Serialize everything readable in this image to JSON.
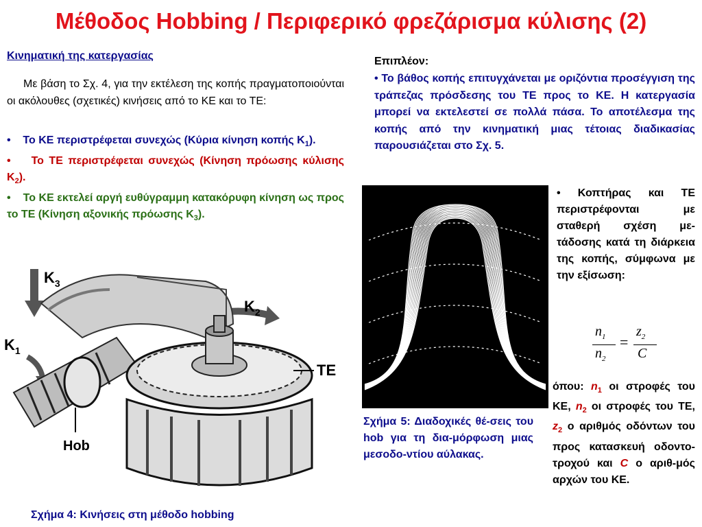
{
  "title": "Μέθοδος Hobbing / Περιφερικό φρεζάρισμα κύλισης (2)",
  "left": {
    "heading": "Κινηματική της κατεργασίας ",
    "intro": "Με βάση το Σχ. 4, για την εκτέλεση της κοπής πραγματοποιούνται οι ακόλουθες (σχετικές) κινήσεις από το ΚΕ και το ΤΕ:",
    "bullet_char": "•",
    "b1_text": "Το ΚΕ περιστρέφεται συνεχώς (Κύρια κίνηση κοπής Κ",
    "b1_sub": "1",
    "b1_end": ").",
    "b2_text": "Το ΤΕ περιστρέφεται συνεχώς (Κίνηση πρόωσης κύλισης Κ",
    "b2_sub": "2",
    "b2_end": ").",
    "b3_text": "Το ΚΕ εκτελεί αργή ευθύγραμμη κατακόρυφη κίνηση ως προς το ΤΕ (Κίνηση αξονικής πρόωσης Κ",
    "b3_sub": "3",
    "b3_end": ").",
    "fig4_labels": {
      "k3": "K",
      "k3_sub": "3",
      "k2": "K",
      "k2_sub": "2",
      "k1": "K",
      "k1_sub": "1",
      "te": "TE",
      "hob": "Hob"
    },
    "fig4_caption": "Σχήμα 4: Κινήσεις στη μέθοδο hobbing"
  },
  "right": {
    "extra_label": "Επιπλέον:",
    "extra_bullet": "• Το βάθος κοπής επιτυγχάνεται με οριζόντια προσέγγιση της τράπεζας πρόσδεσης του ΤΕ προς το ΚΕ. Η κατεργασία μπορεί να εκτελεστεί σε πολλά πάσα. Το αποτέλεσμα της κοπής από την κινηματική μιας τέτοιας διαδικασίας παρουσιάζεται στο Σχ.  5.",
    "fig5_caption": "Σχήμα 5: Διαδοχικές θέ-σεις του hob για τη δια-μόρφωση μιας μεσοδο-ντίου αύλακας.",
    "rot_text": "• Κοπτήρας και ΤΕ περιστρέφονται με σταθερή σχέση με-τάδοσης κατά τη διάρκεια της κοπής, σύμφωνα με την εξίσωση:",
    "formula": {
      "n1": "n",
      "n1_sub": "1",
      "n2": "n",
      "n2_sub": "2",
      "eq": "=",
      "z2": "z",
      "z2_sub": "2",
      "c": "C"
    },
    "legend": {
      "p1": "όπου: ",
      "n1": "n",
      "n1_sub": "1",
      "p2": " οι στροφές του ΚΕ, ",
      "n2": "n",
      "n2_sub": "2",
      "p3": " οι στροφές του ΤΕ, ",
      "z2": "z",
      "z2_sub": "2",
      "p4": " ο αριθμός οδόντων του προς κατασκευή οδοντο-τροχού και ",
      "c": "C",
      "p5": " ο αριθ-μός αρχών του ΚΕ."
    }
  }
}
